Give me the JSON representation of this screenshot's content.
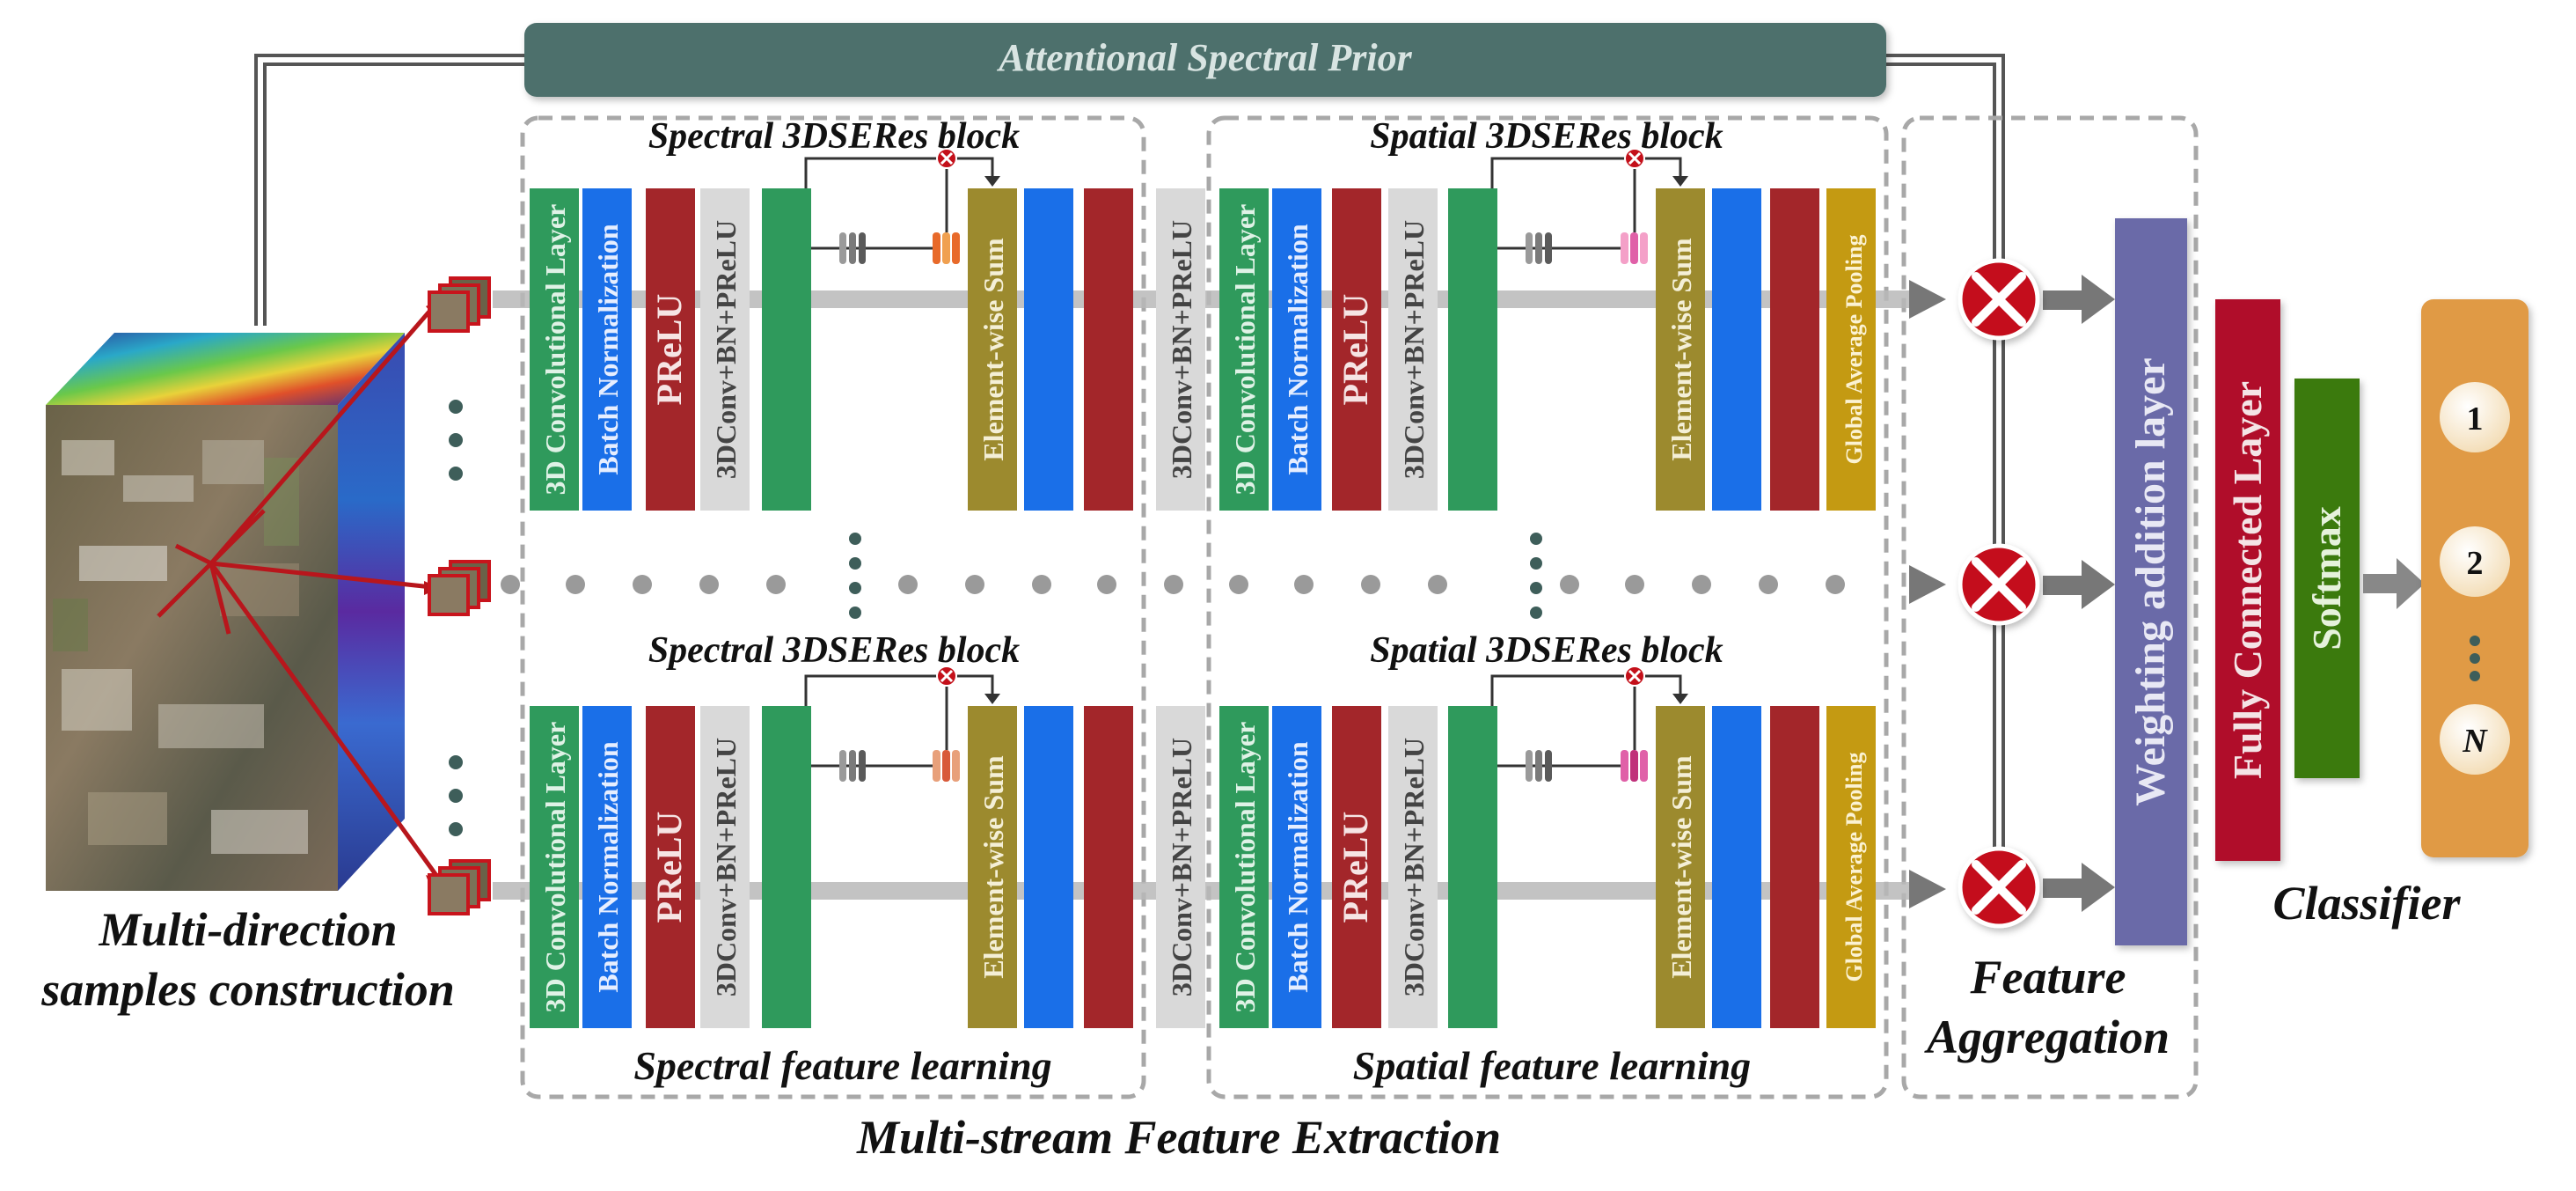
{
  "attention_bar": {
    "label": "Attentional Spectral Prior"
  },
  "input": {
    "caption_line1": "Multi-direction",
    "caption_line2": "samples construction"
  },
  "blocks": {
    "spectral_title": "Spectral 3DSERes block",
    "spatial_title": "Spatial 3DSERes block",
    "conv_label": "3D Convolutional Layer",
    "bn_label": "Batch Normalization",
    "prelu_label": "PReLU",
    "conv_bn_prelu_label": "3DConv+BN+PReLU",
    "sum_label": "Element-wise Sum",
    "gap_label": "Global Average Pooling"
  },
  "sections": {
    "spectral_caption": "Spectral feature learning",
    "spatial_caption": "Spatial feature learning",
    "aggregation_line1": "Feature",
    "aggregation_line2": "Aggregation",
    "extraction_caption": "Multi-stream Feature Extraction"
  },
  "right": {
    "weighting_label": "Weighting addition layer",
    "fc_label": "Fully Connected Layer",
    "softmax_label": "Softmax",
    "classifier_caption": "Classifier",
    "outputs": [
      "1",
      "2",
      "N"
    ]
  },
  "colors": {
    "conv": "#2f9a5c",
    "bn": "#1a6fe8",
    "prelu": "#a3262a",
    "conv_bn_prelu": "#d9d9d9",
    "sum": "#9c8a2e",
    "gap": "#c49a12",
    "attention": "#4d6f6c",
    "weighting": "#6a6aa8",
    "fc": "#b0102a",
    "softmax": "#3a7a10",
    "classifier": "#e09a44",
    "multiply": "#c4101a",
    "red_arrow": "#b8161c"
  },
  "icons": [
    "multiply-circle-icon",
    "squeeze-excitation-icon",
    "cross-marker-icon",
    "arrow-icon"
  ]
}
